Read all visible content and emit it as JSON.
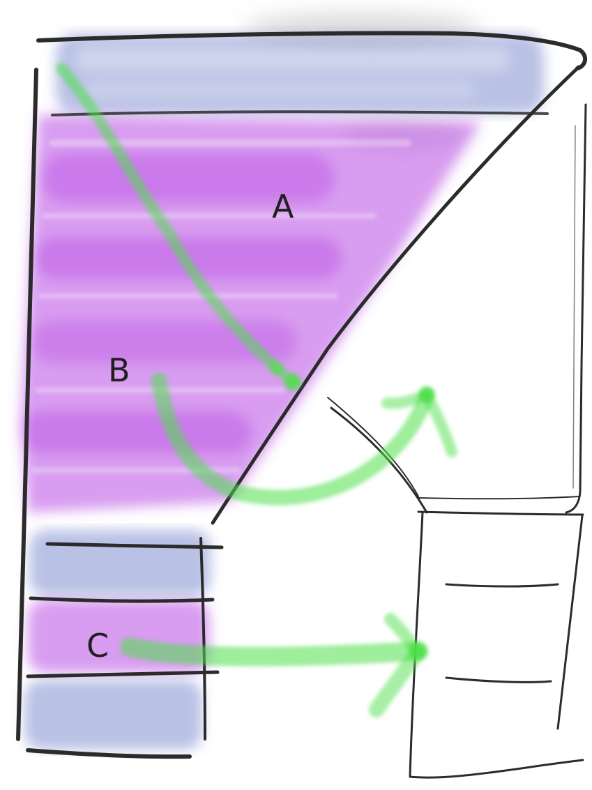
{
  "labels": {
    "a": "A",
    "b": "B",
    "c": "C"
  },
  "colors": {
    "ink": "#2b2b2b",
    "purple_fill": "#b93de4",
    "blue_fill": "#6d7bc4",
    "arrow_green": "#4fe04a"
  }
}
